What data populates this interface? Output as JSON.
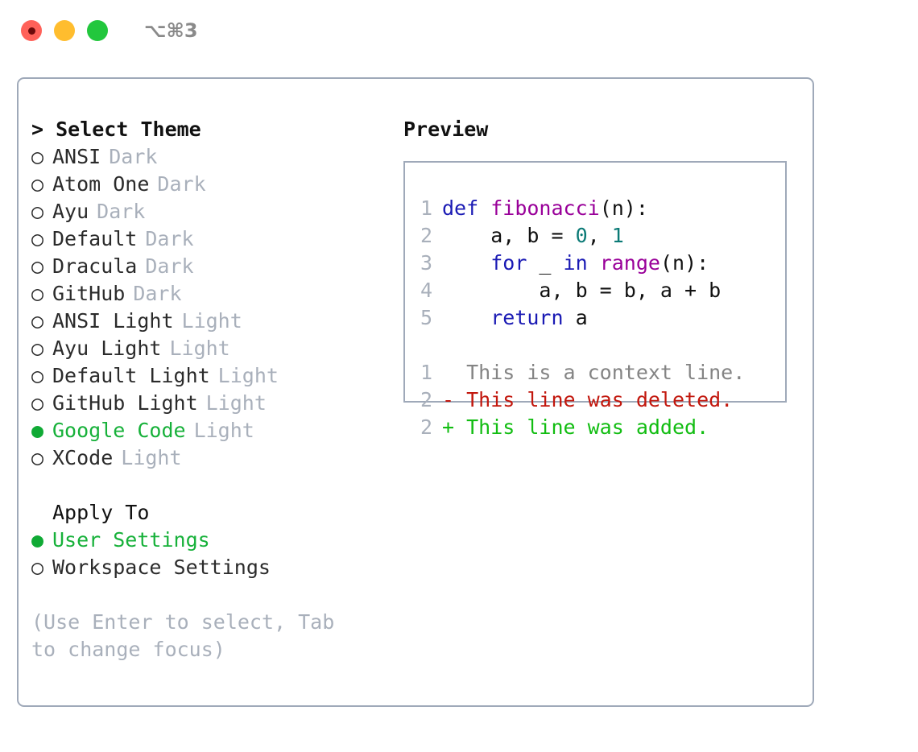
{
  "titlebar": {
    "shortcut": "⌥⌘3",
    "close_label": "close",
    "minimize_label": "minimize",
    "maximize_label": "maximize"
  },
  "theme_picker": {
    "header": "> Select Theme",
    "bullet_unselected": "○",
    "bullet_selected": "●",
    "items": [
      {
        "name": "ANSI",
        "kind": "Dark",
        "selected": false
      },
      {
        "name": "Atom One",
        "kind": "Dark",
        "selected": false
      },
      {
        "name": "Ayu",
        "kind": "Dark",
        "selected": false
      },
      {
        "name": "Default",
        "kind": "Dark",
        "selected": false
      },
      {
        "name": "Dracula",
        "kind": "Dark",
        "selected": false
      },
      {
        "name": "GitHub",
        "kind": "Dark",
        "selected": false
      },
      {
        "name": "ANSI Light",
        "kind": "Light",
        "selected": false
      },
      {
        "name": "Ayu Light",
        "kind": "Light",
        "selected": false
      },
      {
        "name": "Default Light",
        "kind": "Light",
        "selected": false
      },
      {
        "name": "GitHub Light",
        "kind": "Light",
        "selected": false
      },
      {
        "name": "Google Code",
        "kind": "Light",
        "selected": true
      },
      {
        "name": "XCode",
        "kind": "Light",
        "selected": false
      }
    ]
  },
  "apply_to": {
    "header": "Apply To",
    "options": [
      {
        "label": "User Settings",
        "selected": true
      },
      {
        "label": "Workspace Settings",
        "selected": false
      }
    ]
  },
  "hint": "(Use Enter to select, Tab to change focus)",
  "preview": {
    "title": "Preview",
    "code_lines": [
      {
        "no": "1",
        "tokens": [
          {
            "t": "def ",
            "c": "kw"
          },
          {
            "t": "fibonacci",
            "c": "fn"
          },
          {
            "t": "(n):",
            "c": "pl"
          }
        ]
      },
      {
        "no": "2",
        "tokens": [
          {
            "t": "    a, b = ",
            "c": "pl"
          },
          {
            "t": "0",
            "c": "num"
          },
          {
            "t": ", ",
            "c": "pl"
          },
          {
            "t": "1",
            "c": "num"
          }
        ]
      },
      {
        "no": "3",
        "tokens": [
          {
            "t": "    ",
            "c": "pl"
          },
          {
            "t": "for",
            "c": "kw"
          },
          {
            "t": " _ ",
            "c": "pl"
          },
          {
            "t": "in",
            "c": "kw"
          },
          {
            "t": " ",
            "c": "pl"
          },
          {
            "t": "range",
            "c": "fn"
          },
          {
            "t": "(n):",
            "c": "pl"
          }
        ]
      },
      {
        "no": "4",
        "tokens": [
          {
            "t": "        a, b = b, a + b",
            "c": "pl"
          }
        ]
      },
      {
        "no": "5",
        "tokens": [
          {
            "t": "    ",
            "c": "pl"
          },
          {
            "t": "return",
            "c": "kw"
          },
          {
            "t": " a",
            "c": "pl"
          }
        ]
      }
    ],
    "diff_lines": [
      {
        "no": "1",
        "marker": " ",
        "text": "  This is a context line.",
        "kind": "ctx"
      },
      {
        "no": "2",
        "marker": "-",
        "text": "- This line was deleted.",
        "kind": "del"
      },
      {
        "no": "2",
        "marker": "+",
        "text": "+ This line was added.",
        "kind": "add"
      }
    ]
  },
  "colors": {
    "accent_green": "#17b13a",
    "muted": "#a9b0bb",
    "border": "#9fa9b9",
    "keyword": "#1a1ab4",
    "function": "#990099",
    "number": "#0b7a76",
    "diff_add": "#12bd12",
    "diff_del": "#c2170d",
    "diff_ctx": "#848484",
    "traffic_red": "#ff6159",
    "traffic_yellow": "#ffbd2e",
    "traffic_green": "#22c73d"
  }
}
